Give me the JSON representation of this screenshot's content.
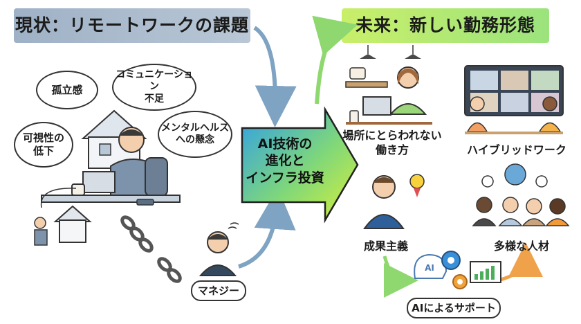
{
  "left": {
    "title": "現状：リモートワークの課題",
    "bubbles": {
      "isolation": "孤立感",
      "communication": "コミュニケーション\n不足",
      "visibility": "可視性の\n低下",
      "mental": "メンタルヘルス\nへの懸念"
    },
    "manager_label": "マネジー"
  },
  "center": {
    "arrow_text": "AI技術の\n進化と\nインフラ投資"
  },
  "right": {
    "title": "未来：新しい勤務形態",
    "items": {
      "location_free": "場所にとらわれない\n働き方",
      "hybrid": "ハイブリッドワーク",
      "results": "成果主義",
      "diversity": "多様な人材",
      "ai_support": "AIによるサポート"
    },
    "ai_icon_text": "AI"
  },
  "colors": {
    "left_banner": "#a9bacd",
    "right_banner": "#b5eb72",
    "arrow_start": "#33a3e6",
    "arrow_end": "#c6ef3a"
  }
}
